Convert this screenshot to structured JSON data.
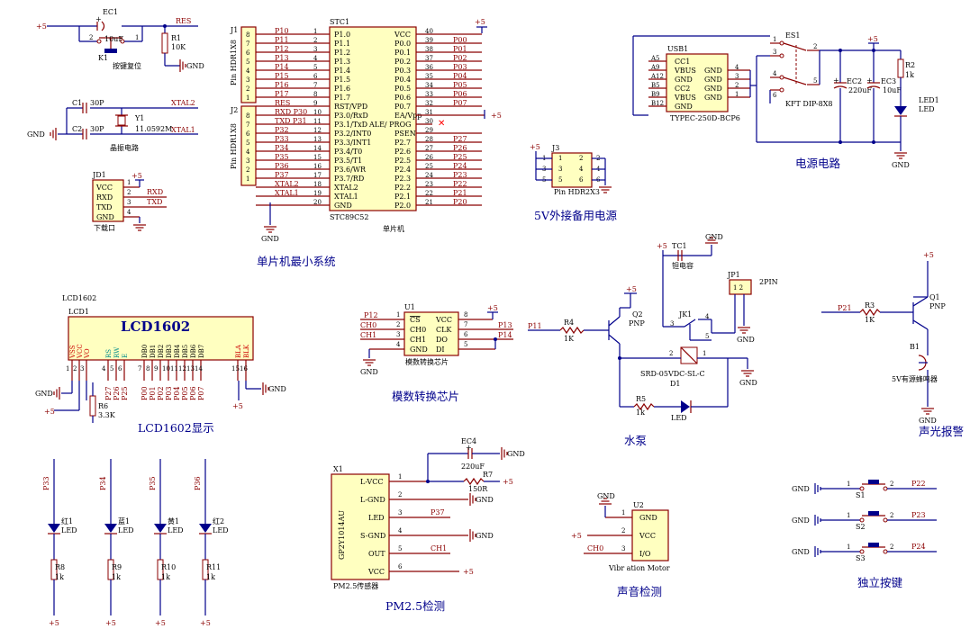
{
  "sections": {
    "reset": "按键复位",
    "crystal": "晶振电路",
    "download": "下载口",
    "mcu": "单片机最小系统",
    "mcu_sub": "单片机",
    "power": "电源电路",
    "power5v": "5V外接备用电源",
    "lcd": "LCD1602显示",
    "adc": "模数转换芯片",
    "adc_sub": "模数转换芯片",
    "pump": "水泵",
    "alarm": "声光报警",
    "pm25": "PM2.5检测",
    "pm25_sub": "PM2.5传感器",
    "sound": "声音检测",
    "keys": "独立按键"
  },
  "labels": {
    "p5": "+5",
    "gnd": "GND",
    "ec1": "EC1",
    "ec1_val": "10uF",
    "k1": "K1",
    "r1": "R1",
    "r1_val": "10K",
    "res": "RES",
    "c1": "C1",
    "c1_val": "30P",
    "c2": "C2",
    "c2_val": "30P",
    "y1": "Y1",
    "y1_val": "11.0592M",
    "xtal1": "XTAL1",
    "xtal2": "XTAL2",
    "jd1": "JD1",
    "vcc": "VCC",
    "rxd": "RXD",
    "txd": "TXD",
    "j1": "J1",
    "j2": "J2",
    "hdr": "Pin HDR1X8",
    "stc1": "STC1",
    "stc_part": "STC89C52",
    "usb1": "USB1",
    "usb_part": "TYPEC-250D-BCP6",
    "es1": "ES1",
    "es_part": "KFT DIP-8X8",
    "ec2": "EC2",
    "ec2_val": "220uF",
    "ec3": "EC3",
    "ec3_val": "10uF",
    "r2": "R2",
    "r2_val": "1k",
    "led1": "LED1",
    "led": "LED",
    "j3": "J3",
    "j3_part": "Pin HDR2X3",
    "lcd1602": "LCD1602",
    "lcd1": "LCD1",
    "lcd_big": "LCD1602",
    "r6": "R6",
    "r6_val": "3.3K",
    "u1": "U1",
    "cs": "CS",
    "ch0": "CH0",
    "ch1": "CH1",
    "clk": "CLK",
    "do": "DO",
    "di": "DI",
    "tc1": "TC1",
    "tc_val": "钽电容",
    "jp1": "JP1",
    "jp_val": "2PIN",
    "jk1": "JK1",
    "relay": "SRD-05VDC-SL-C",
    "d1": "D1",
    "q2": "Q2",
    "pnp": "PNP",
    "r4": "R4",
    "r4_val": "1K",
    "r5": "R5",
    "r5_val": "1k",
    "q1": "Q1",
    "r3": "R3",
    "r3_val": "1K",
    "b1": "B1",
    "buzzer": "5V有源蜂鸣器",
    "x1": "X1",
    "gp2y": "GP2Y1014AU",
    "lvcc": "L-VCC",
    "lgnd": "L-GND",
    "sgnd": "S-GND",
    "out": "OUT",
    "ec4": "EC4",
    "ec4_val": "220uF",
    "r7": "R7",
    "r7_val": "150R",
    "u2": "U2",
    "io": "I/O",
    "vib": "Vibr ation Motor",
    "s1": "S1",
    "s2": "S2",
    "s3": "S3",
    "p11": "P11",
    "p21": "P21",
    "p22": "P22",
    "p23": "P23",
    "p24": "P24",
    "p12": "P12",
    "p13": "P13",
    "p14": "P14",
    "p33": "P33",
    "p34": "P34",
    "p35": "P35",
    "p36": "P36",
    "p37": "P37",
    "hong1": "红1",
    "lan1": "蓝1",
    "huang1": "黄1",
    "hong2": "红2",
    "r8": "R8",
    "r9": "R9",
    "r10": "R10",
    "r11": "R11",
    "k": "1k"
  },
  "mcu_left": [
    "P1.0",
    "P1.1",
    "P1.2",
    "P1.3",
    "P1.4",
    "P1.5",
    "P1.6",
    "P1.7",
    "RST/VPD",
    "P3.0/RxD",
    "P3.1/TxD",
    "P3.2/INT0",
    "P3.3/INT1",
    "P3.4/T0",
    "P3.5/T1",
    "P3.6/WR",
    "P3.7/RD",
    "XTAL2",
    "XTAL1",
    "GND"
  ],
  "mcu_right": [
    "VCC",
    "P0.0",
    "P0.1",
    "P0.2",
    "P0.3",
    "P0.4",
    "P0.5",
    "P0.6",
    "P0.7",
    "EA/Vpp",
    "ALE/ PROG",
    "PSEN",
    "P2.7",
    "P2.6",
    "P2.5",
    "P2.4",
    "P2.3",
    "P2.2",
    "P2.1",
    "P2.0"
  ],
  "mcu_left_nets": [
    "P10",
    "P11",
    "P12",
    "P13",
    "P14",
    "P15",
    "P16",
    "P17",
    "RES",
    "RXD P30",
    "TXD P31",
    "P32",
    "P33",
    "P34",
    "P35",
    "P36",
    "P37",
    "XTAL2",
    "XTAL1",
    ""
  ],
  "mcu_right_nets": [
    "",
    "P00",
    "P01",
    "P02",
    "P03",
    "P04",
    "P05",
    "P06",
    "P07",
    "",
    "",
    "",
    "P27",
    "P26",
    "P25",
    "P24",
    "P23",
    "P22",
    "P21",
    "P20"
  ],
  "j1_pins": [
    "8",
    "7",
    "6",
    "5",
    "4",
    "3",
    "2",
    "1"
  ],
  "lcd_pins": [
    "VSS",
    "VCC",
    "VO",
    "RS",
    "RW",
    "E",
    "DB0",
    "DB1",
    "DB2",
    "DB3",
    "DB4",
    "DB5",
    "DB6",
    "DB7",
    "BLA",
    "BLK"
  ],
  "lcd_nets": [
    "P27",
    "P26",
    "P25",
    "P00",
    "P01",
    "P02",
    "P03",
    "P04",
    "P05",
    "P06",
    "P07"
  ],
  "usb_left": [
    "CC1",
    "VBUS",
    "GND",
    "CC2",
    "VBUS",
    "GND"
  ],
  "usb_left_pins": [
    "A5",
    "A9",
    "A12",
    "B5",
    "B9",
    "B12"
  ],
  "usb_right": [
    "GND",
    "GND",
    "GND",
    "GND"
  ]
}
